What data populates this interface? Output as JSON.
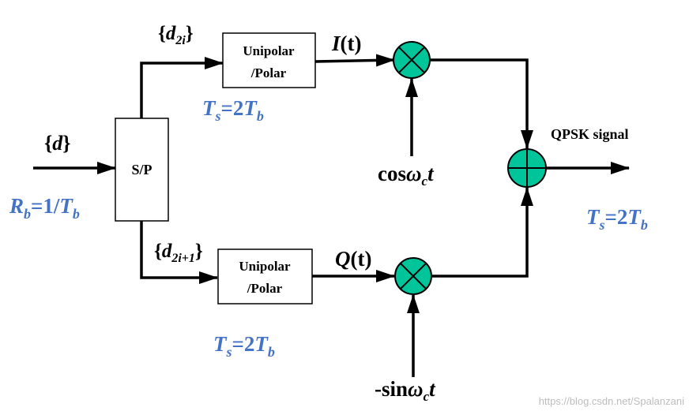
{
  "diagram": {
    "title": "QPSK modulator block diagram",
    "input": {
      "symbol_open": "{",
      "symbol_d": "d",
      "symbol_close": "}",
      "rate_R": "R",
      "rate_R_sub": "b",
      "rate_eq": "=1/",
      "rate_T": "T",
      "rate_T_sub": "b"
    },
    "serial_to_parallel": {
      "label": "S/P"
    },
    "upper_branch": {
      "seq_open": "{",
      "seq_d": "d",
      "seq_sub": "2i",
      "seq_close": "}",
      "block_line1": "Unipolar",
      "block_line2": "/Polar",
      "rate_T": "T",
      "rate_T_sub": "s",
      "rate_eq": "=2",
      "rate_T2": "T",
      "rate_T2_sub": "b",
      "signal_name": "I",
      "signal_arg": "(t)",
      "carrier_cos": "cos",
      "carrier_omega": "ω",
      "carrier_sub": "c",
      "carrier_t": "t"
    },
    "lower_branch": {
      "seq_open": "{",
      "seq_d": "d",
      "seq_sub": "2i+1",
      "seq_close": "}",
      "block_line1": "Unipolar",
      "block_line2": "/Polar",
      "rate_T": "T",
      "rate_T_sub": "s",
      "rate_eq": "=2",
      "rate_T2": "T",
      "rate_T2_sub": "b",
      "signal_name": "Q",
      "signal_arg": "(t)",
      "carrier_sin": "-sin",
      "carrier_omega": "ω",
      "carrier_sub": "c",
      "carrier_t": "t"
    },
    "output": {
      "label": "QPSK signal",
      "rate_T": "T",
      "rate_T_sub": "s",
      "rate_eq": "=2",
      "rate_T2": "T",
      "rate_T2_sub": "b"
    },
    "watermark": "https://blog.csdn.net/Spalanzani",
    "colors": {
      "node_fill": "#00c49a",
      "rate_text": "#4472c4",
      "line": "#000000"
    }
  }
}
